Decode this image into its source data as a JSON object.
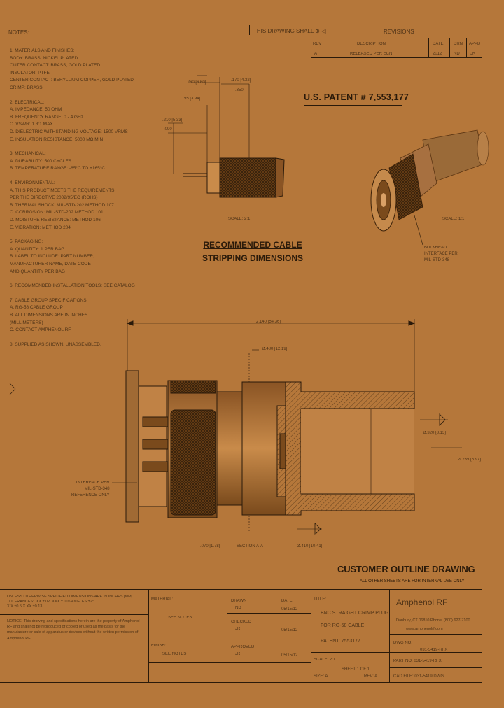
{
  "header": {
    "sheet_label": "NOTES:",
    "third_angle": "THIS DRAWING SHALL ⊕ ◁",
    "revisions_title": "REVISIONS",
    "rev_cols": [
      "REV",
      "DESCRIPTION",
      "DATE",
      "DRN",
      "APPD"
    ],
    "rev_row": [
      "A",
      "RELEASED PER ECN",
      "2012",
      "ND",
      "JR"
    ]
  },
  "patent": "U.S. PATENT # 7,553,177",
  "recommended": {
    "line1": "RECOMMENDED CABLE",
    "line2": "STRIPPING DIMENSIONS",
    "scale": "SCALE: 2:1"
  },
  "notes": [
    "1.  MATERIALS AND FINISHES:",
    "    BODY: BRASS, NICKEL PLATED",
    "    OUTER CONTACT: BRASS, GOLD PLATED",
    "    INSULATOR: PTFE",
    "    CENTER CONTACT: BERYLLIUM COPPER, GOLD PLATED",
    "    CRIMP: BRASS",
    "2.  ELECTRICAL:",
    "    A. IMPEDANCE: 50 OHM",
    "    B. FREQUENCY RANGE: 0 - 4 GHz",
    "    C. VSWR: 1.3:1 MAX",
    "    D. DIELECTRIC WITHSTANDING VOLTAGE: 1500 VRMS",
    "    E. INSULATION RESISTANCE: 5000 MΩ MIN",
    "3.  MECHANICAL:",
    "    A. DURABILITY: 500 CYCLES",
    "    B. TEMPERATURE RANGE: -65°C TO +165°C",
    "4.  ENVIRONMENTAL:",
    "    A. THIS PRODUCT MEETS THE REQUIREMENTS",
    "       PER THE DIRECTIVE 2002/95/EC (ROHS)",
    "    B. THERMAL SHOCK: MIL-STD-202 METHOD 107",
    "    C. CORROSION: MIL-STD-202 METHOD 101",
    "    D. MOISTURE RESISTANCE: METHOD 106",
    "    E. VIBRATION: METHOD 204",
    "5.  PACKAGING:",
    "    A. QUANTITY: 1 PER BAG",
    "    B. LABEL TO INCLUDE: PART NUMBER,",
    "       MANUFACTURER NAME, DATE CODE",
    "       AND QUANTITY PER BAG",
    "6.  RECOMMENDED INSTALLATION TOOLS: SEE CATALOG",
    "7.  CABLE GROUP SPECIFICATIONS:",
    "    A. RG-58 CABLE GROUP",
    "    B. ALL DIMENSIONS ARE IN INCHES",
    "       (MILLIMETERS)",
    "    C. CONTACT AMPHENOL RF",
    "8.  SUPPLIED AS SHOWN, UNASSEMBLED."
  ],
  "strip_dims": {
    "a": ".260 [6.60]",
    "b": ".170 [4.32]",
    "c": ".210 [5.33]",
    "d": ".155 [3.94]",
    "e": ".350",
    "f": ".090"
  },
  "photo_label": "SCALE: 1:1",
  "photo_callout": [
    "BULKHEAD",
    "INTERFACE PER",
    "MIL-STD-348"
  ],
  "main_dims": {
    "overall": "2.140 [54.36]",
    "dia_top": "Ø.480 [12.19]",
    "dia_right1": "Ø.320 [8.13]",
    "dia_right2": "Ø.235 [5.97]",
    "left_callout": [
      "INTERFACE PER",
      "MIL-STD-348",
      "REFERENCE ONLY"
    ],
    "bottom1": ".070 [1.78]",
    "bottom2": "SECTION A-A",
    "bottom3": "Ø.410 [10.41]"
  },
  "outline_title": "CUSTOMER OUTLINE DRAWING",
  "outline_sub": "ALL OTHER SHEETS ARE FOR INTERNAL USE ONLY",
  "titleblock": {
    "tolerance": [
      "UNLESS OTHERWISE SPECIFIED DIMENSIONS ARE IN INCHES [MM]",
      "TOLERANCES:  .XX ±.02   .XXX ±.005   ANGLES ±2°",
      "X.X ±0.5    X.XX ±0.13"
    ],
    "notice": "NOTICE: This drawing and specifications herein are the property of Amphenol RF and shall not be reproduced or copied or used as the basis for the manufacture or sale of apparatus or devices without the written permission of Amphenol RF.",
    "material_label": "MATERIAL:",
    "material": "SEE NOTES",
    "finish_label": "FINISH:",
    "finish": "SEE NOTES",
    "drawn_label": "DRAWN",
    "drawn": "ND",
    "checked_label": "CHECKED",
    "checked": "JR",
    "approved_label": "APPROVED",
    "approved": "JR",
    "date_label": "DATE",
    "date1": "05/15/12",
    "date2": "05/15/12",
    "date3": "05/15/12",
    "title_label": "TITLE:",
    "title1": "BNC STRAIGHT CRIMP PLUG",
    "title2": "FOR RG-58 CABLE",
    "title3": "PATENT: 7553177",
    "company": "Amphenol RF",
    "address": "Danbury, CT 06810 Phone: (800) 627-7100",
    "web": "www.amphenolrf.com",
    "dwg_label": "DWG NO.",
    "dwg": "031-5419-RFX",
    "part": "PART NO. 031-5419-RFX",
    "scale": "SCALE: 2:1",
    "sheet": "SHEET 1 OF 1",
    "size": "SIZE: A",
    "rev": "REV: A",
    "cad": "CAD FILE: 031-5419.DWG"
  }
}
